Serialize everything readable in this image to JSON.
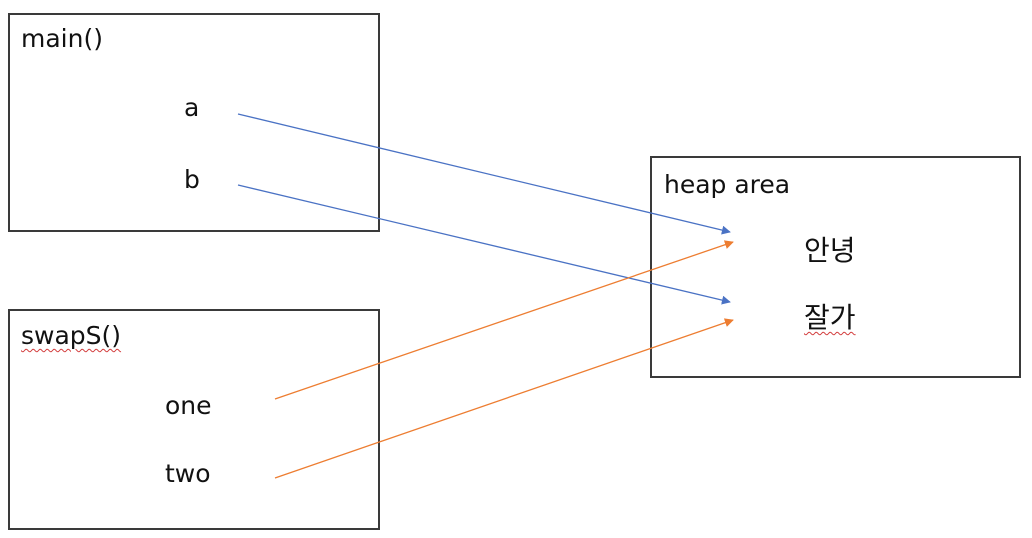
{
  "frames": {
    "main": {
      "title": "main()",
      "vars": [
        "a",
        "b"
      ]
    },
    "swap": {
      "title": "swapS()",
      "vars": [
        "one",
        "two"
      ]
    },
    "heap": {
      "title": "heap area",
      "values": [
        "안녕",
        "잘가"
      ]
    }
  },
  "colors": {
    "main_arrows": "#4a72c4",
    "swap_arrows": "#ed7d31",
    "border": "#3a3a3a",
    "spellcheck_underline": "#d23b3b"
  }
}
